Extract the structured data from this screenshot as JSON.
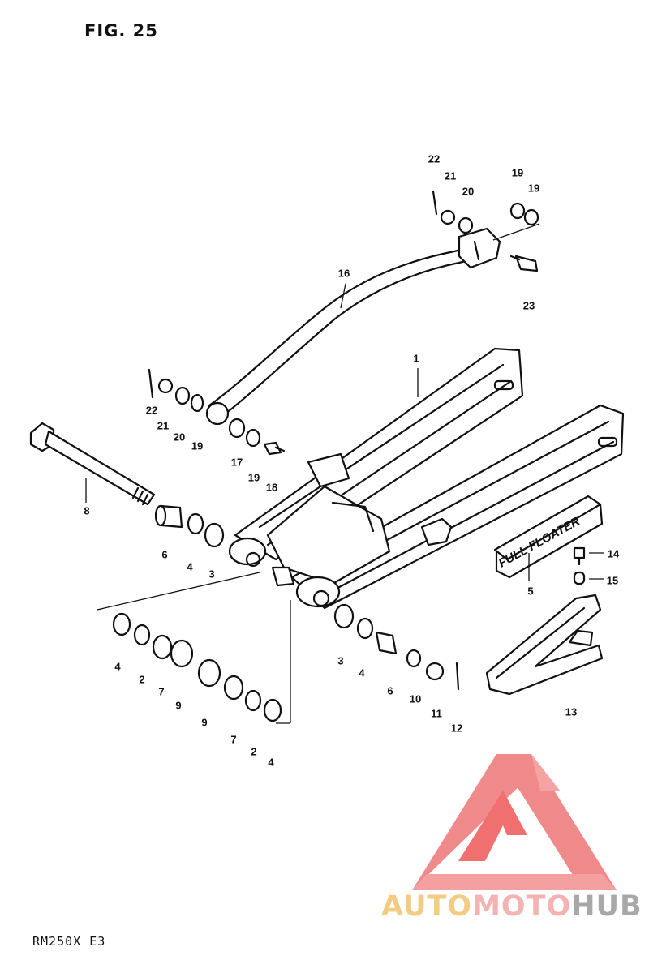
{
  "header": {
    "figure": "FIG. 25"
  },
  "footer": {
    "model": "RM250X  E3"
  },
  "watermark": {
    "part1": "AUTO",
    "part2": "MOTO",
    "part3": "HUB",
    "colors": {
      "accent": "#f2cc84",
      "red": "#f08080",
      "gray": "#a8a8a8"
    }
  },
  "decal_text": "FULL FLOATER",
  "callouts": [
    {
      "label": "1"
    },
    {
      "label": "22"
    },
    {
      "label": "21"
    },
    {
      "label": "20"
    },
    {
      "label": "19"
    },
    {
      "label": "19"
    },
    {
      "label": "16"
    },
    {
      "label": "23"
    },
    {
      "label": "22"
    },
    {
      "label": "21"
    },
    {
      "label": "20"
    },
    {
      "label": "19"
    },
    {
      "label": "17"
    },
    {
      "label": "19"
    },
    {
      "label": "18"
    },
    {
      "label": "8"
    },
    {
      "label": "6"
    },
    {
      "label": "4"
    },
    {
      "label": "3"
    },
    {
      "label": "14"
    },
    {
      "label": "15"
    },
    {
      "label": "5"
    },
    {
      "label": "4"
    },
    {
      "label": "2"
    },
    {
      "label": "7"
    },
    {
      "label": "9"
    },
    {
      "label": "9"
    },
    {
      "label": "7"
    },
    {
      "label": "2"
    },
    {
      "label": "4"
    },
    {
      "label": "3"
    },
    {
      "label": "4"
    },
    {
      "label": "6"
    },
    {
      "label": "10"
    },
    {
      "label": "11"
    },
    {
      "label": "12"
    },
    {
      "label": "13"
    }
  ]
}
